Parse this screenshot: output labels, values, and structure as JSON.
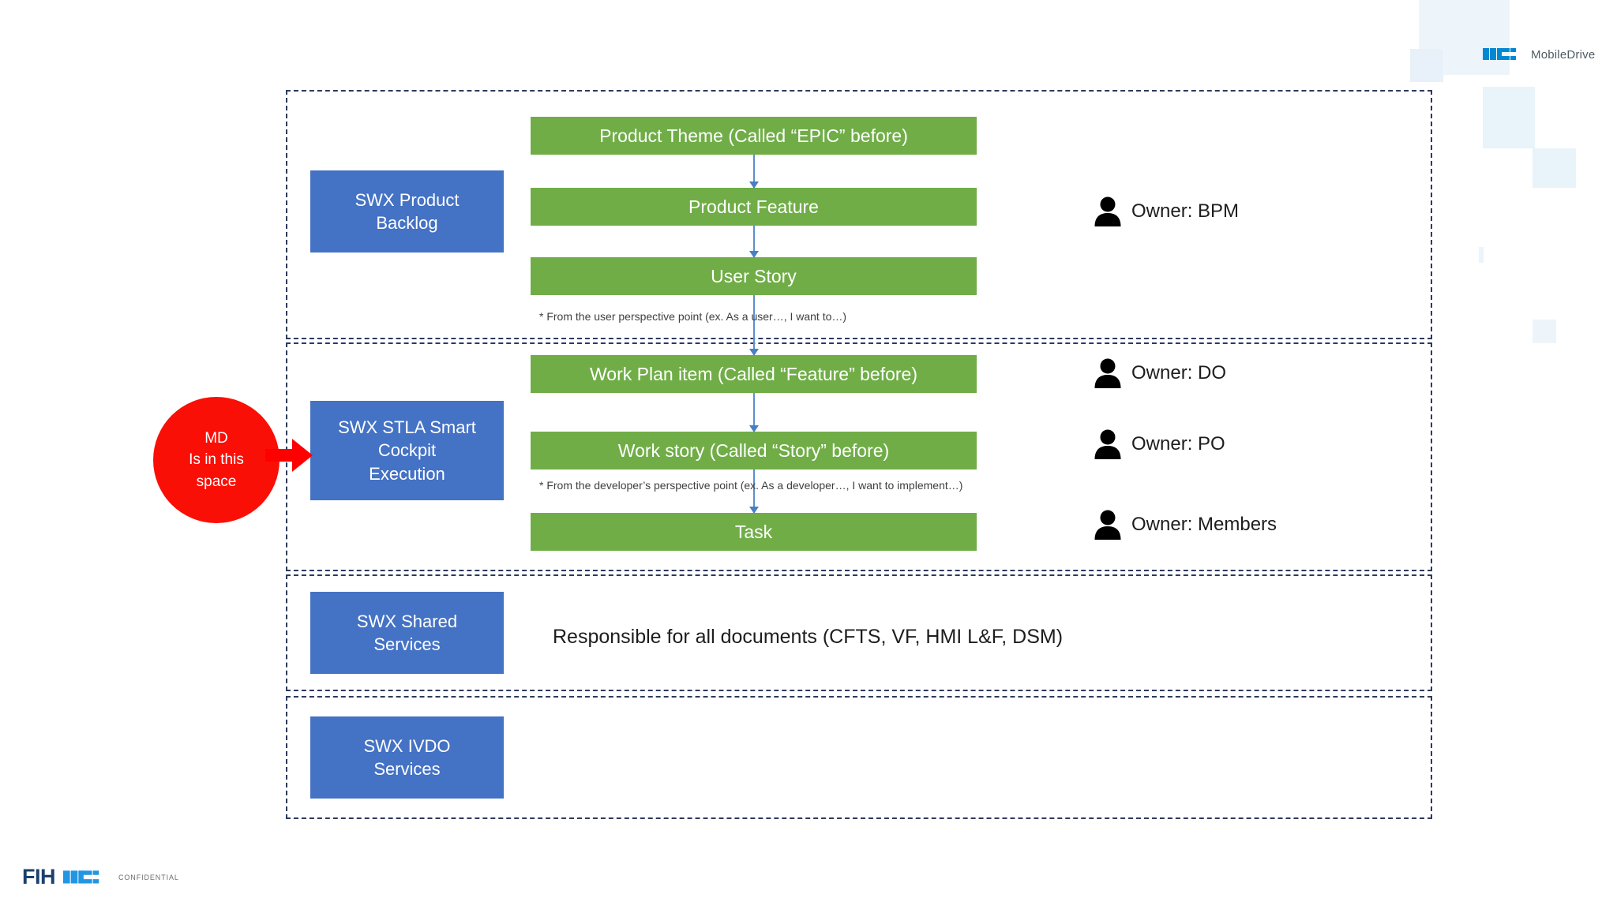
{
  "brand": {
    "top_logo_word": "MobileDrive",
    "top_logo_mark": "mobiledrive-mark-icon",
    "footer_fih": "FIH",
    "footer_mark": "mobiledrive-mark-icon",
    "footer_confidential": "CONFIDENTIAL",
    "accent_blue": "#0088d1",
    "fih_navy": "#1c3f6e"
  },
  "colors": {
    "category_blue": "#4472c4",
    "flow_green": "#70ad47",
    "lane_border": "#2d3a5c",
    "callout_red": "#fa0f07",
    "connector_blue": "#5b8fd0",
    "deco_square": "#eaf2f8"
  },
  "callout": {
    "line1": "MD",
    "line2": "Is in this",
    "line3": "space",
    "arrow": "right-arrow-icon"
  },
  "lanes": [
    {
      "id": "product-backlog",
      "category": "SWX Product\nBacklog",
      "category_line1": "SWX Product",
      "category_line2": "Backlog"
    },
    {
      "id": "stla-execution",
      "category_line1": "SWX STLA Smart",
      "category_line2": "Cockpit",
      "category_line3": "Execution"
    },
    {
      "id": "shared-services",
      "category_line1": "SWX Shared",
      "category_line2": "Services"
    },
    {
      "id": "ivdo-services",
      "category_line1": "SWX IVDO",
      "category_line2": "Services"
    }
  ],
  "flow_boxes": {
    "product_theme": "Product Theme (Called “EPIC” before)",
    "product_feature": "Product Feature",
    "user_story": "User Story",
    "work_plan_item": "Work Plan item (Called “Feature” before)",
    "work_story": "Work story (Called “Story” before)",
    "task": "Task"
  },
  "notes": {
    "user_perspective": "* From the user perspective point (ex. As a user…, I want to…)",
    "developer_perspective": "* From the developer’s perspective point (ex. As a developer…,  I want to implement…)"
  },
  "owners": [
    {
      "icon": "person-icon",
      "label": "Owner: BPM"
    },
    {
      "icon": "person-icon",
      "label": "Owner: DO"
    },
    {
      "icon": "person-icon",
      "label": "Owner: PO"
    },
    {
      "icon": "person-icon",
      "label": "Owner: Members"
    }
  ],
  "shared_services": {
    "responsibility": "Responsible for all documents (CFTS, VF, HMI L&F, DSM)"
  }
}
